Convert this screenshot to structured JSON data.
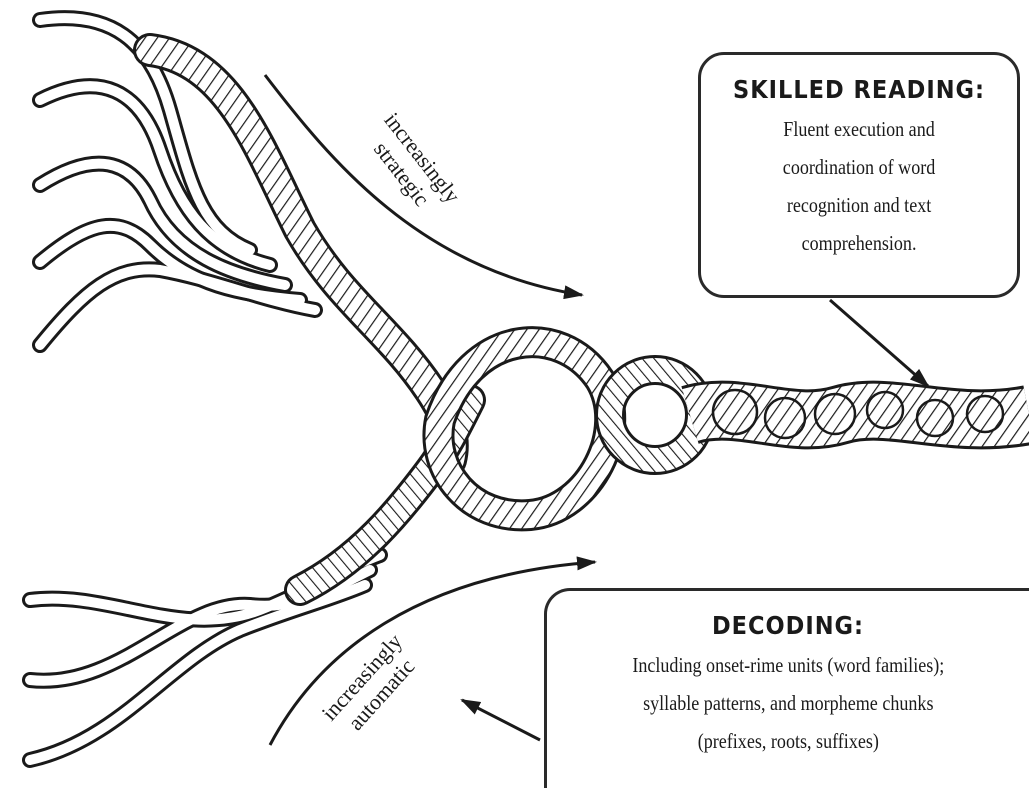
{
  "skilled_reading": {
    "title": "SKILLED READING:",
    "lines": [
      "Fluent execution and",
      "coordination of word",
      "recognition and text",
      "comprehension."
    ]
  },
  "decoding": {
    "title": "DECODING:",
    "lines": [
      "Including onset-rime units (word families);",
      "syllable patterns, and morpheme chunks",
      "(prefixes, roots, suffixes)"
    ]
  },
  "labels": {
    "strategic": [
      "increasingly",
      "strategic"
    ],
    "automatic": [
      "increasingly",
      "automatic"
    ]
  },
  "colors": {
    "ink": "#1a1a1a",
    "background": "#ffffff"
  }
}
